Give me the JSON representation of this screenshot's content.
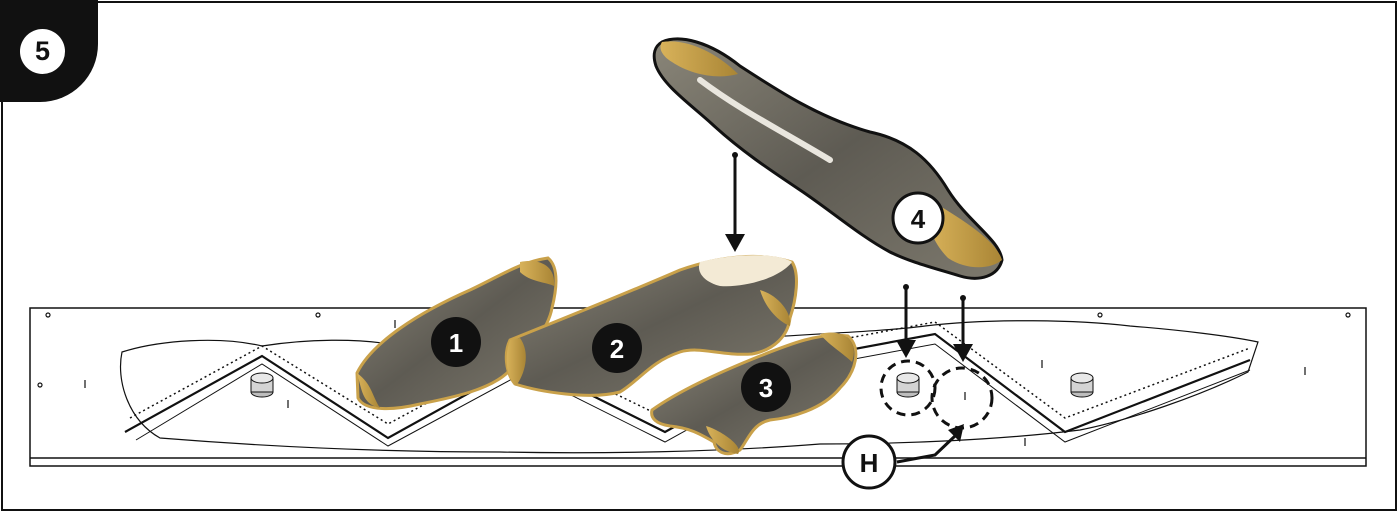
{
  "step": {
    "number": "5"
  },
  "callouts": [
    {
      "id": "log-1",
      "label": "1",
      "style": "filled"
    },
    {
      "id": "log-2",
      "label": "2",
      "style": "filled"
    },
    {
      "id": "log-3",
      "label": "3",
      "style": "filled"
    },
    {
      "id": "log-4",
      "label": "4",
      "style": "outlined"
    },
    {
      "id": "pin-h",
      "label": "H",
      "style": "outlined"
    }
  ],
  "colors": {
    "outline": "#111111",
    "badge": "#111111",
    "log_bark": "#6f6d66",
    "log_bark_dark": "#4a4842",
    "log_wood": "#c9a14a",
    "log_char": "#f3ead5"
  },
  "icons": [
    "down-arrow-icon",
    "dashed-circle-icon",
    "pin-peg-icon"
  ]
}
